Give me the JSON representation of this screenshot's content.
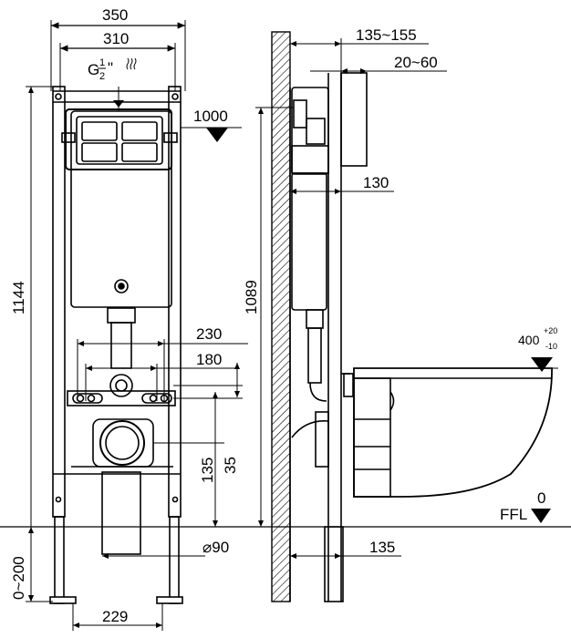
{
  "dimensions": {
    "frame_width": "350",
    "inner_width": "310",
    "inlet_size_g": "G",
    "inlet_size_frac_num": "1",
    "inlet_size_frac_den": "2",
    "inlet_size_suffix": "\"",
    "button_height": "1000",
    "total_height": "1144",
    "depth_range": "135~155",
    "wall_thickness_range": "20~60",
    "cistern_depth": "130",
    "frame_height": "1089",
    "outlet_spacing_outer": "230",
    "outlet_spacing_inner": "180",
    "outlet_offset_a": "135",
    "outlet_offset_b": "35",
    "bowl_height": "400",
    "bowl_tol_plus": "+20",
    "bowl_tol_minus": "-10",
    "floor_level_value": "0",
    "floor_level_label": "FFL",
    "outlet_diameter": "⌀90",
    "outlet_depth": "135",
    "leg_adjust_range": "0~200",
    "foot_spacing": "229"
  }
}
